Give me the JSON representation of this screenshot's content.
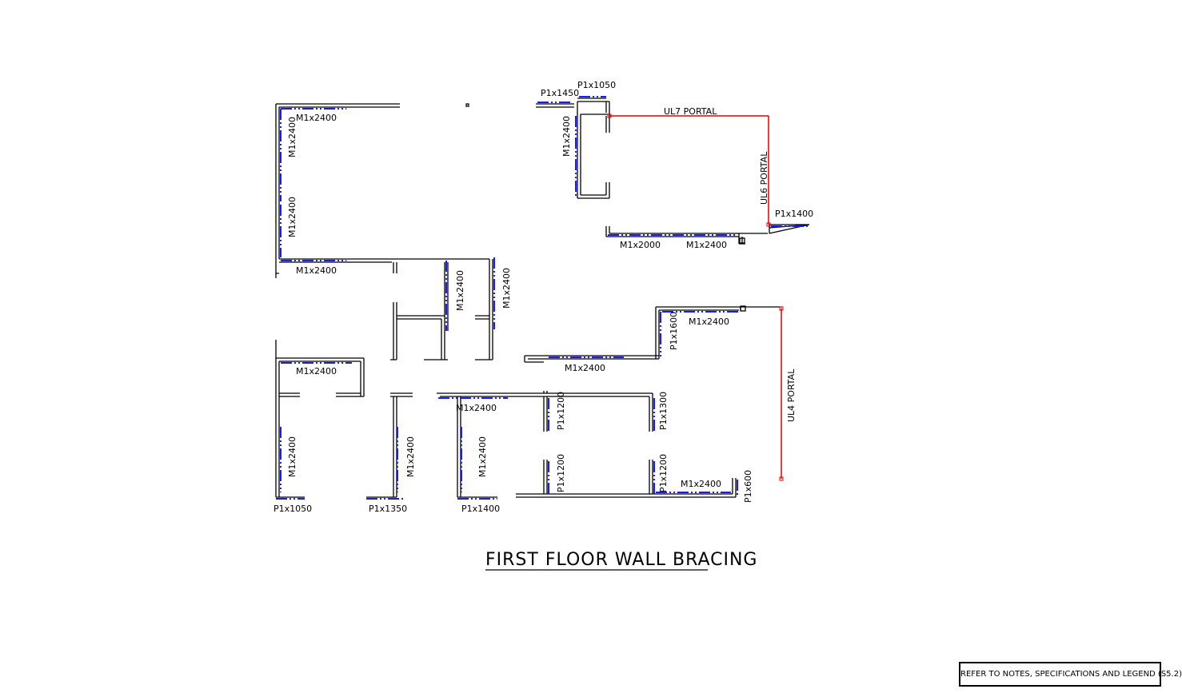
{
  "title": "FIRST FLOOR WALL BRACING",
  "note": "REFER TO NOTES, SPECIFICATIONS AND LEGEND (S5.2)",
  "colors": {
    "wall": "#000000",
    "bracing": "#1a1aff",
    "portal": "#e60000"
  },
  "labels": {
    "p1x1450": "P1x1450",
    "p1x1050_top": "P1x1050",
    "ul7": "UL7  PORTAL",
    "ul6": "UL6  PORTAL",
    "ul4": "UL4  PORTAL",
    "p1x1400_right": "P1x1400",
    "m1x2000": "M1x2000",
    "m1x2400_top_right": "M1x2400",
    "m1x2400_vert_upper": "M1x2400",
    "m1x2400_top_left": "M1x2400",
    "m1x2400_left_a": "M1x2400",
    "m1x2400_left_b": "M1x2400",
    "m1x2400_mid_horiz": "M1x2400",
    "m1x2400_stair_a": "M1x2400",
    "m1x2400_stair_b": "M1x2400",
    "m1x2400_room_top": "M1x2400",
    "m1x2400_wing_top": "M1x2400",
    "m1x2400_wing_bottom": "M1x2400",
    "m1x2400_corridor": "M1x2400",
    "m1x2400_lower_a": "M1x2400",
    "m1x2400_lower_b": "M1x2400",
    "m1x2400_lower_c": "M1x2400",
    "m1x2400_lower_right": "M1x2400",
    "p1x1600": "P1x1600",
    "p1x1200_a": "P1x1200",
    "p1x1300": "P1x1300",
    "p1x1200_b": "P1x1200",
    "p1x1200_c": "P1x1200",
    "p1x600": "P1x600",
    "p1x1050_bottom": "P1x1050",
    "p1x1350": "P1x1350",
    "p1x1400_bottom": "P1x1400"
  }
}
